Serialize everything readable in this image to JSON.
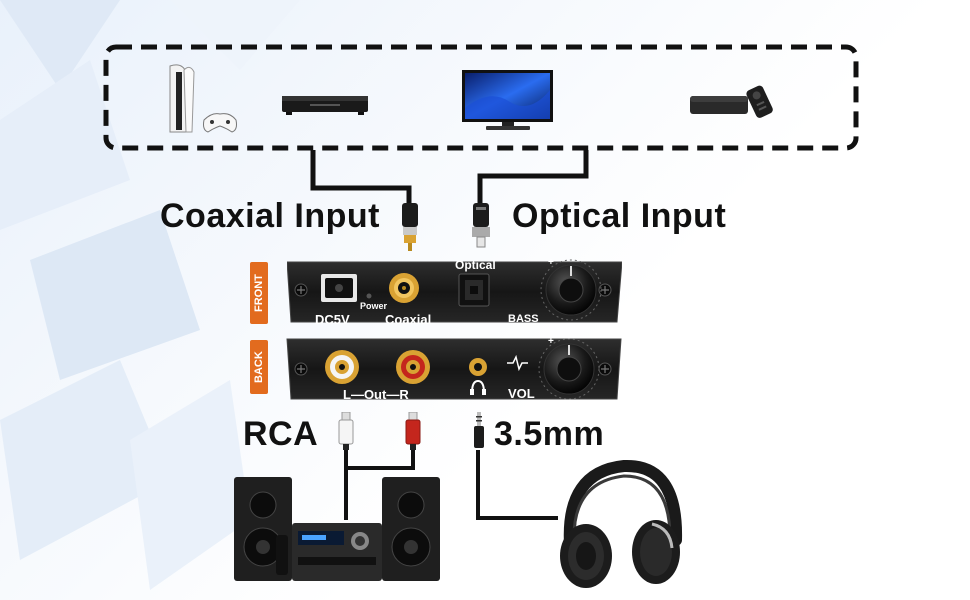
{
  "labels": {
    "coaxial_input": "Coaxial Input",
    "optical_input": "Optical Input",
    "rca": "RCA",
    "mm35": "3.5mm"
  },
  "front_panel": {
    "tag": "FRONT",
    "dc": "DC5V",
    "power": "Power",
    "coaxial": "Coaxial",
    "optical": "Optical",
    "bass": "BASS",
    "plus": "+"
  },
  "back_panel": {
    "tag": "BACK",
    "out": "L—Out—R",
    "vol": "VOL",
    "plus": "+"
  },
  "devices": [
    "game-console-icon",
    "blu-ray-player-icon",
    "tv-icon",
    "tv-box-icon"
  ],
  "outputs": [
    "stereo-system-icon",
    "headphones-icon"
  ],
  "colors": {
    "tag": "#e26b1e",
    "cable": "#111111",
    "panel": "#1c1c1c",
    "rca_gold": "#d9a233",
    "rca_red": "#c4261d"
  }
}
